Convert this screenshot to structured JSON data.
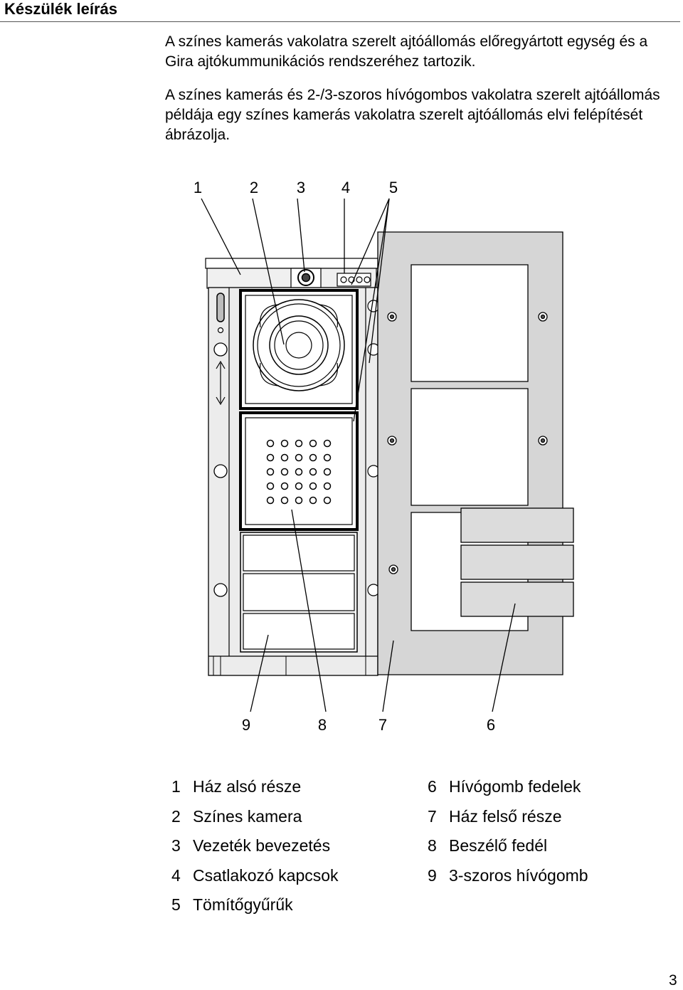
{
  "heading": "Készülék leírás",
  "paragraphs": [
    "A színes kamerás vakolatra szerelt ajtóállomás előregyártott egység és a Gira ajtókummunikációs rendszeréhez tartozik.",
    "A színes kamerás és 2-/3-szoros hívógombos vakolatra szerelt ajtóállomás példája egy színes kamerás vakolatra szerelt ajtóállomás elvi felépítését ábrázolja."
  ],
  "figure": {
    "callouts_top": [
      "1",
      "2",
      "3",
      "4",
      "5"
    ],
    "callouts_bottom": [
      "9",
      "8",
      "7",
      "6"
    ]
  },
  "legend": {
    "left": [
      {
        "num": "1",
        "label": "Ház alsó része"
      },
      {
        "num": "2",
        "label": "Színes kamera"
      },
      {
        "num": "3",
        "label": "Vezeték bevezetés"
      },
      {
        "num": "4",
        "label": "Csatlakozó kapcsok"
      },
      {
        "num": "5",
        "label": "Tömítőgyűrűk"
      }
    ],
    "right": [
      {
        "num": "6",
        "label": "Hívógomb fedelek"
      },
      {
        "num": "7",
        "label": "Ház felső része"
      },
      {
        "num": "8",
        "label": "Beszélő fedél"
      },
      {
        "num": "9",
        "label": "3-szoros hívógomb"
      }
    ]
  },
  "page_number": "3"
}
